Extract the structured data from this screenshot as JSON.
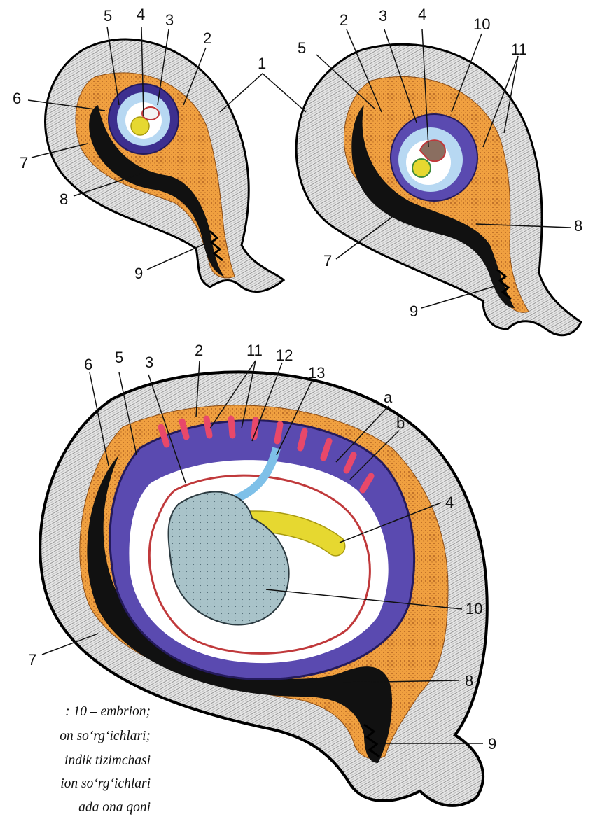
{
  "labels_top_left": [
    "5",
    "4",
    "3",
    "2",
    "1",
    "6",
    "7",
    "8",
    "9"
  ],
  "labels_top_right": [
    "2",
    "3",
    "4",
    "10",
    "11",
    "5",
    "8",
    "7",
    "9"
  ],
  "labels_bottom": [
    "6",
    "5",
    "3",
    "2",
    "11",
    "12",
    "13",
    "a",
    "b",
    "4",
    "10",
    "7",
    "8",
    "9"
  ],
  "caption_lines": [
    ": 10 – embrion;",
    "on so‘rg‘ichlari;",
    "indik tizimchasi",
    "ion so‘rg‘ichlari",
    "ada ona qoni"
  ],
  "colors": {
    "muscle": "#d9d9d9",
    "decidua": "#f0a040",
    "cavity": "#111111",
    "chorion": "#5a4ab0",
    "villi": "#e8486a",
    "amnion_fluid": "#ffffff",
    "embryo": "#a9c3c9",
    "yolk_sac": "#e6d830",
    "cord": "#7ec0e8",
    "amnion_line": "#c0393b"
  }
}
